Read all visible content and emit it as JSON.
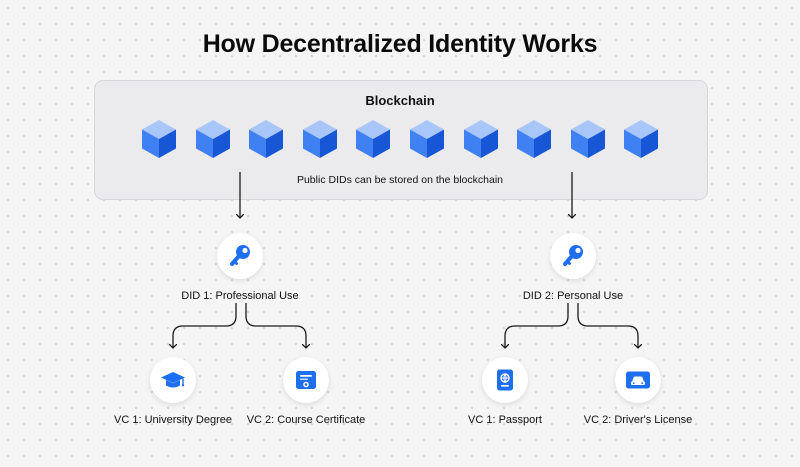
{
  "title": "How Decentralized Identity Works",
  "blockchain": {
    "label": "Blockchain",
    "caption": "Public DIDs can be stored on the blockchain",
    "block_icon": "cube-icon",
    "block_count": 10
  },
  "dids": [
    {
      "label": "DID 1: Professional Use",
      "icon": "key-icon",
      "vcs": [
        {
          "label": "VC 1: University Degree",
          "icon": "graduation-cap-icon"
        },
        {
          "label": "VC 2: Course Certificate",
          "icon": "certificate-icon"
        }
      ]
    },
    {
      "label": "DID 2: Personal Use",
      "icon": "key-icon",
      "vcs": [
        {
          "label": "VC 1: Passport",
          "icon": "passport-icon"
        },
        {
          "label": "VC 2: Driver's License",
          "icon": "drivers-license-icon"
        }
      ]
    }
  ],
  "colors": {
    "accent": "#1e6ff0",
    "cube_top": "#a9c6fb",
    "cube_left": "#3f80f2",
    "cube_right": "#1757d6",
    "arrow": "#1a1a1a",
    "panel": "#ebebee"
  }
}
